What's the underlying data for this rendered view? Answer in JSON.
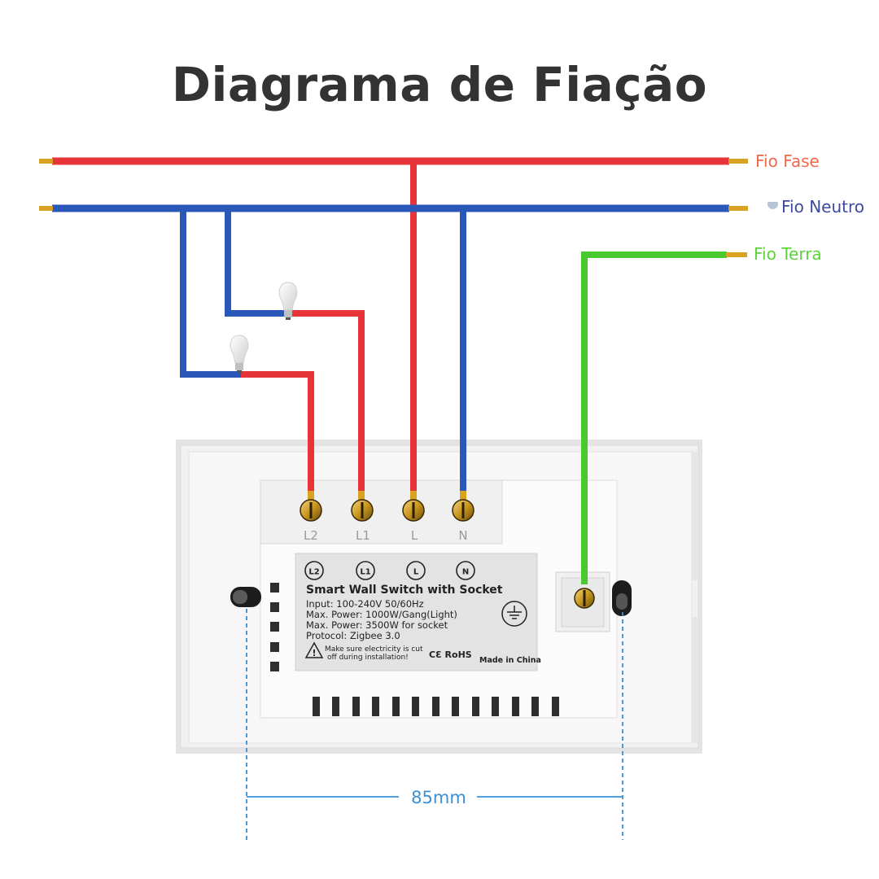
{
  "title": "Diagrama de Fiação",
  "wires": {
    "phase_label": "Fio Fase",
    "neutral_label": "Fio Neutro",
    "earth_label": "Fio Terra",
    "colors": {
      "phase": "#e63438",
      "neutral": "#2b57b9",
      "earth": "#47c92f",
      "tip": "#d9a321"
    }
  },
  "terminals": [
    "L2",
    "L1",
    "L",
    "N"
  ],
  "label_plate": {
    "icons": [
      "L2",
      "L1",
      "L",
      "N"
    ],
    "heading": "Smart Wall Switch with Socket",
    "specs": [
      "Input: 100-240V 50/60Hz",
      "Max. Power: 1000W/Gang(Light)",
      "Max. Power: 3500W for socket",
      "Protocol: Zigbee 3.0"
    ],
    "warning_line1": "Make sure electricity is cut",
    "warning_line2": "off during installation!",
    "certs": "CƐ RoHS",
    "made_in": "Made in China"
  },
  "dimension": "85mm"
}
